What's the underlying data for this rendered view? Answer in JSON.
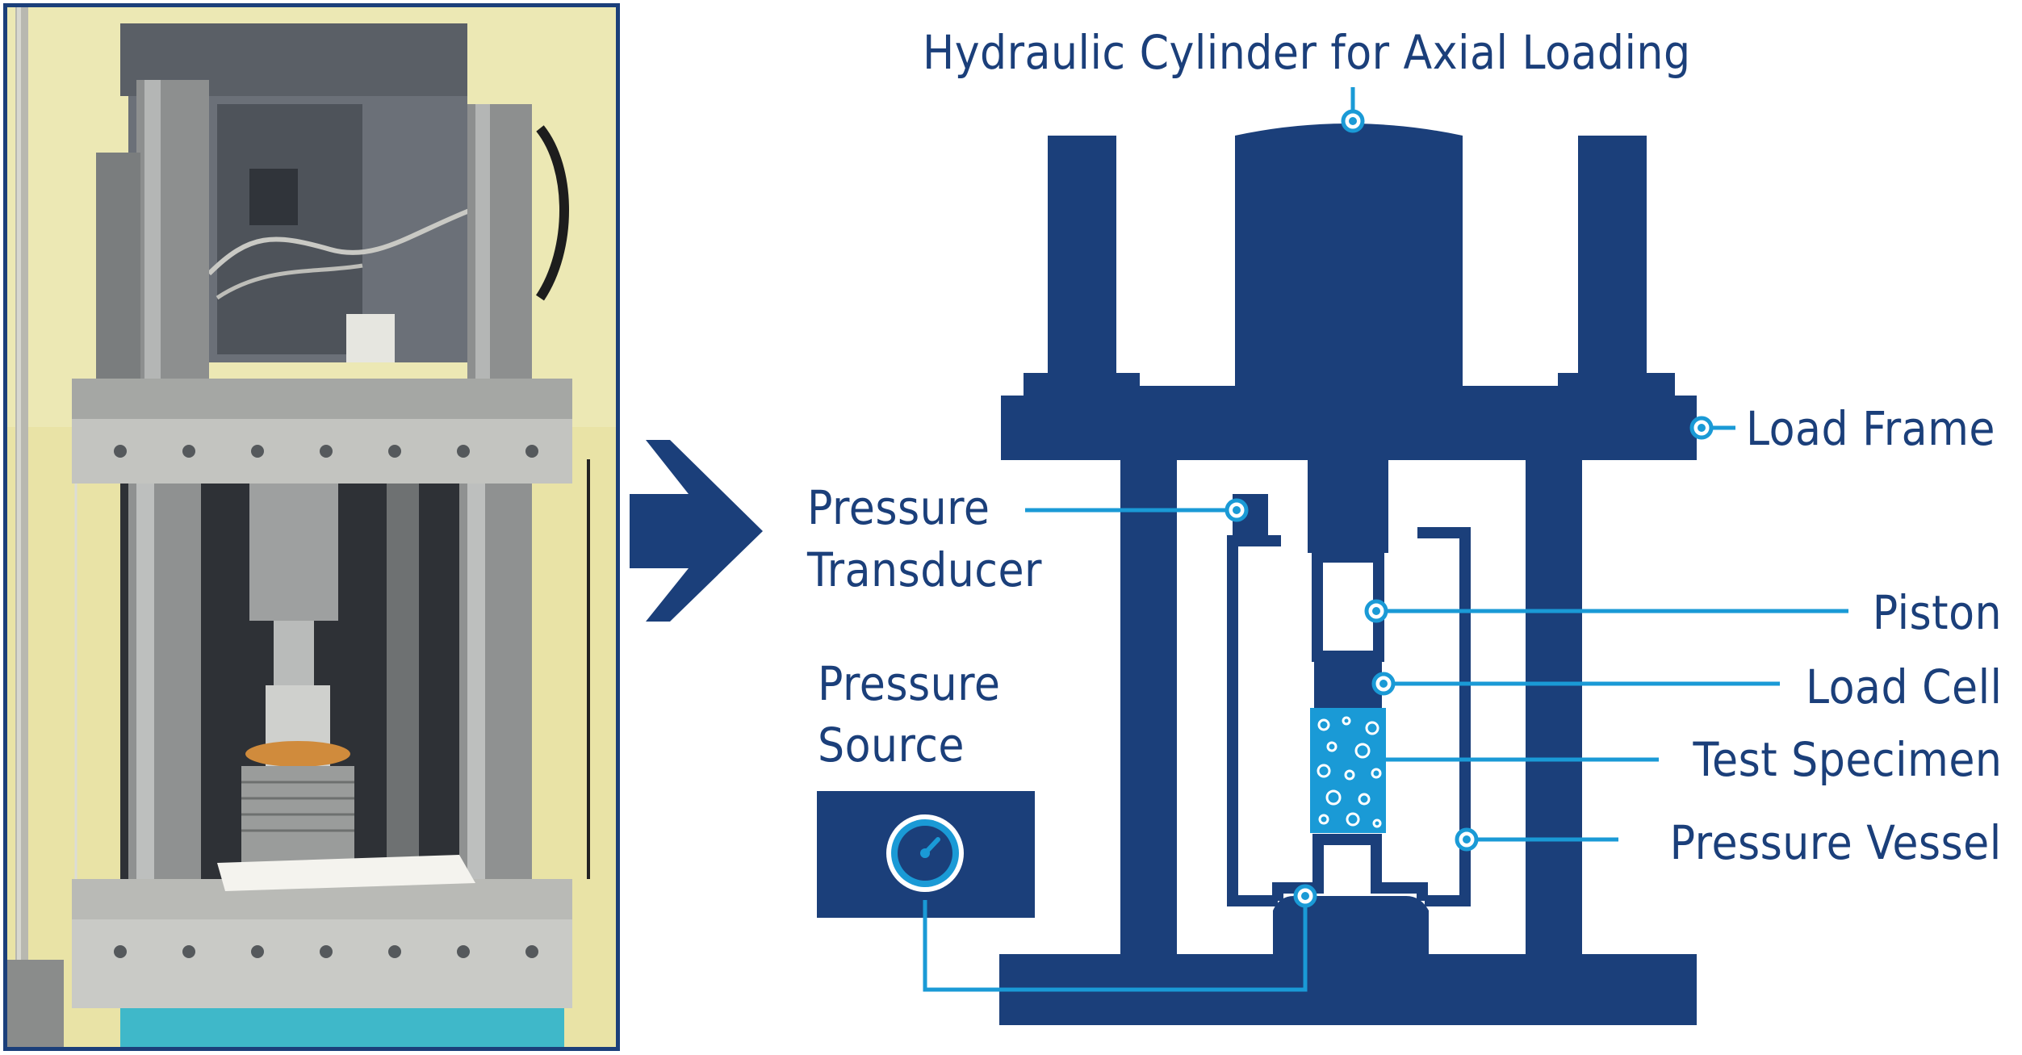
{
  "labels": {
    "hydraulic_cylinder": "Hydraulic Cylinder for Axial Loading",
    "load_frame": "Load Frame",
    "pressure_transducer_line1": "Pressure",
    "pressure_transducer_line2": "Transducer",
    "pressure_source_line1": "Pressure",
    "pressure_source_line2": "Source",
    "piston": "Piston",
    "load_cell": "Load Cell",
    "test_specimen": "Test Specimen",
    "pressure_vessel": "Pressure Vessel"
  },
  "colors": {
    "navy": "#1b3f7a",
    "accent_blue": "#1a9ad6",
    "photo_wall": "#e9e3a6",
    "photo_base": "#3fb8c9",
    "white": "#ffffff"
  }
}
